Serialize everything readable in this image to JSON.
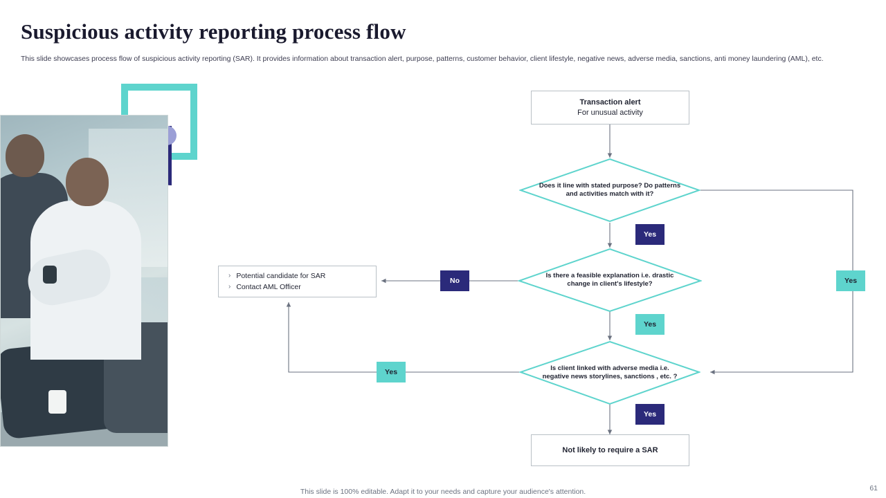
{
  "header": {
    "title": "Suspicious activity reporting process flow",
    "subtitle": "This slide showcases process flow of suspicious activity reporting (SAR).  It provides information about transaction alert, purpose, patterns, customer behavior, client lifestyle, negative news, adverse media, sanctions, anti money laundering (AML),  etc."
  },
  "flow": {
    "start": {
      "line1": "Transaction alert",
      "line2": "For unusual activity"
    },
    "decision1": "Does it line with stated purpose? Do patterns and activities match with it?",
    "decision2": "Is there a feasible explanation i.e. drastic change in client's lifestyle?",
    "decision3": "Is client linked with adverse media i.e. negative news storylines, sanctions , etc. ?",
    "end": "Not likely  to require a SAR",
    "sar": {
      "item1": "Potential candidate for SAR",
      "item2": "Contact AML  Officer",
      "bullet": "›"
    },
    "tags": {
      "yes1": "Yes",
      "yes_right": "Yes",
      "no": "No",
      "yes2": "Yes",
      "yes3": "Yes",
      "yes4": "Yes"
    }
  },
  "footer": {
    "note": "This slide is 100% editable. Adapt it to your needs and capture your audience's attention.",
    "page": "61"
  },
  "colors": {
    "teal": "#5ed4cd",
    "navy": "#2b2a7a",
    "arrow": "#6b7280",
    "box_border": "#b9c0c6"
  }
}
